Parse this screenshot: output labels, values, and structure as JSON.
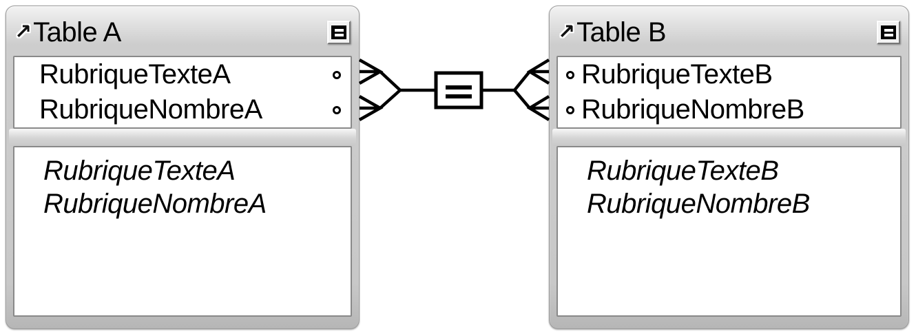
{
  "app": {
    "view": "relationships-graph"
  },
  "colors": {
    "background": "#ffffff",
    "frame": "#c8c8c8",
    "frame_border": "#9a9a9a",
    "field_bg": "#ffffff",
    "line": "#000000"
  },
  "icons": {
    "external_arrow": "↗",
    "collapse_button": "list-toggle-icon"
  },
  "operator": {
    "symbol": "=",
    "meaning": "equal-join"
  },
  "tables": [
    {
      "title": "Table A",
      "indicator_side": "right",
      "fields": [
        {
          "name": "RubriqueTexteA"
        },
        {
          "name": "RubriqueNombreA"
        }
      ],
      "field_list": [
        "RubriqueTexteA",
        "RubriqueNombreA"
      ]
    },
    {
      "title": "Table B",
      "indicator_side": "left",
      "fields": [
        {
          "name": "RubriqueTexteB"
        },
        {
          "name": "RubriqueNombreB"
        }
      ],
      "field_list": [
        "RubriqueTexteB",
        "RubriqueNombreB"
      ]
    }
  ]
}
